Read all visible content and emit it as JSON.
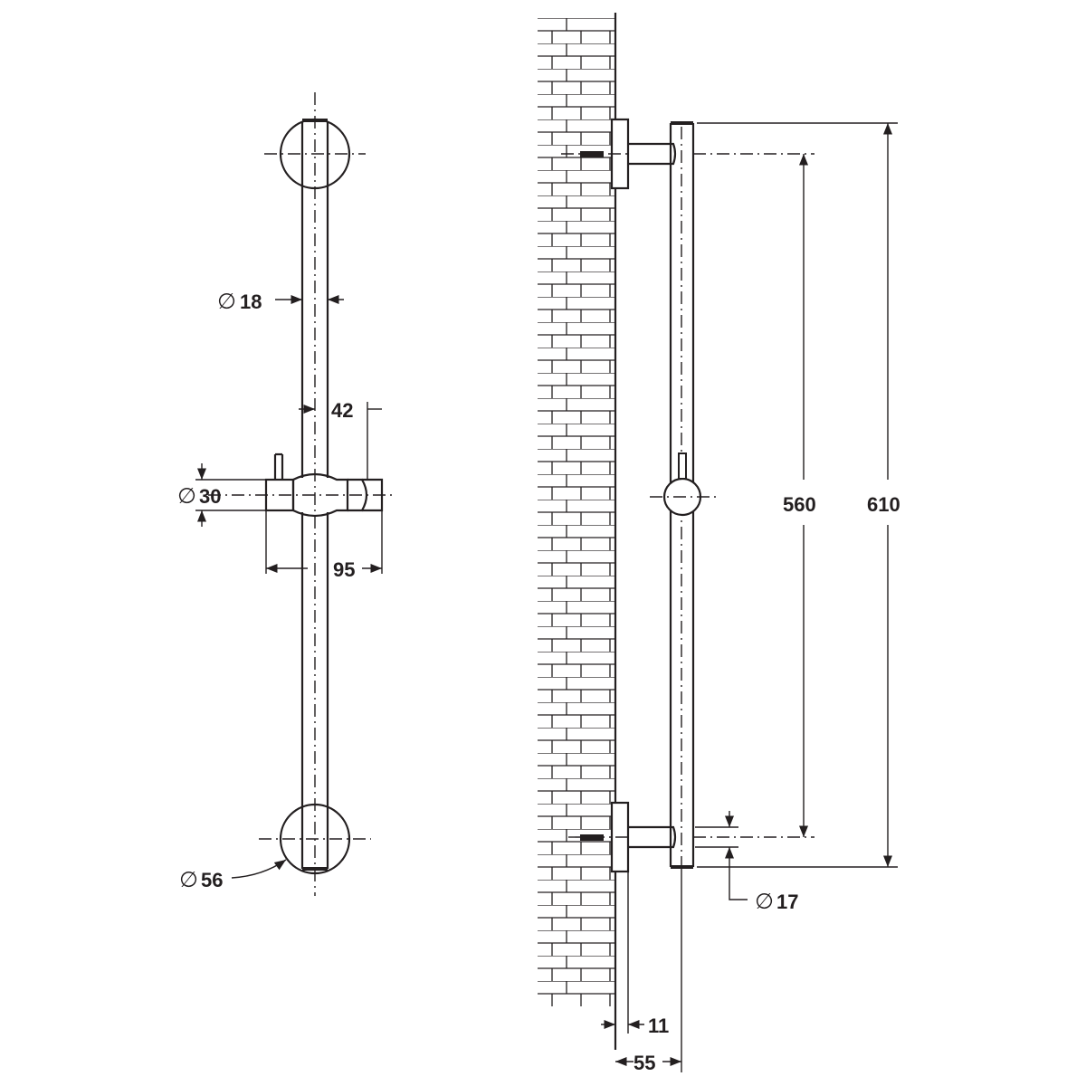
{
  "dimensions": {
    "rail_diameter": {
      "symbol": "∅",
      "value": "18"
    },
    "slider_offset": {
      "value": "42"
    },
    "slider_diameter": {
      "symbol": "∅",
      "value": "30"
    },
    "slider_width": {
      "value": "95"
    },
    "bracket_diameter": {
      "symbol": "∅",
      "value": "56"
    },
    "fixing_centres": {
      "value": "560"
    },
    "overall_length": {
      "value": "610"
    },
    "arm_diameter": {
      "symbol": "∅",
      "value": "17"
    },
    "rose_depth": {
      "value": "11"
    },
    "wall_projection": {
      "value": "55"
    }
  },
  "colors": {
    "line": "#231f20",
    "background": "#ffffff"
  }
}
